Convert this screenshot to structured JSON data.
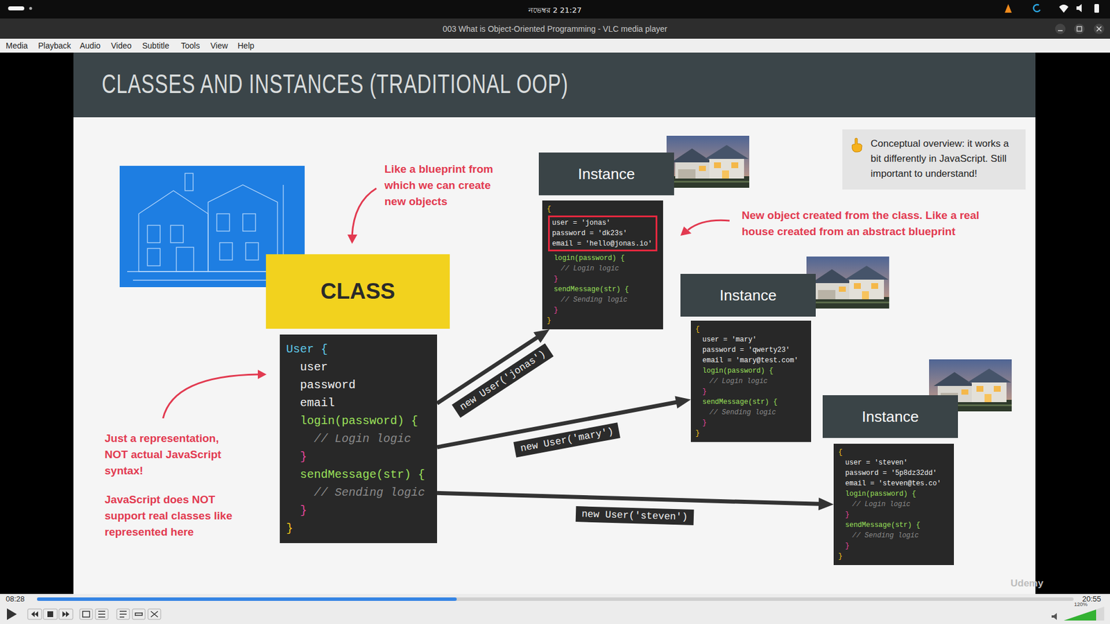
{
  "diagram": {
    "title": "CLASSES AND INSTANCES (TRADITIONAL OOP)",
    "nodes": [
      {
        "text": [
          "CLASS"
        ]
      },
      {
        "text": [
          "User {",
          "user",
          "password",
          "email",
          "login(password) {",
          "// Login logic",
          "}",
          "sendMessage(str) {",
          "// Sending logic",
          "}",
          "}"
        ]
      },
      {
        "text": [
          "Instance"
        ]
      },
      {
        "text": [
          "{",
          "login(password) {",
          "// Login logic",
          "}",
          "sendMessage(str) {",
          "// Sending logic",
          "}",
          "}"
        ]
      },
      {
        "text": [
          "user = 'jonas'",
          "password = 'dk23s'",
          "email = 'hello@jonas.io'"
        ],
        "in": 3
      },
      {
        "text": [
          "Instance"
        ]
      },
      {
        "text": [
          "{",
          "user = 'mary'",
          "password = 'qwerty23'",
          "email = 'mary@test.com'",
          "login(password) {",
          "// Login logic",
          "}",
          "sendMessage(str) {",
          "// Sending logic",
          "}",
          "}"
        ]
      },
      {
        "text": [
          "Instance"
        ]
      },
      {
        "text": [
          "{",
          "user = 'steven'",
          "password = '5p8dz32dd'",
          "email = 'steven@tes.co'",
          "login(password) {",
          "// Login logic",
          "}",
          "sendMessage(str) {",
          "// Sending logic",
          "}",
          "}"
        ]
      },
      {
        "text": [
          "Conceptual overview: it works a bit differently in JavaScript. Still important to understand!"
        ]
      }
    ],
    "edges": [
      {
        "from": 1,
        "to": 3,
        "label": "new User('jonas')",
        "arrow": "to"
      },
      {
        "from": 1,
        "to": 6,
        "label": "new User('mary')",
        "arrow": "to"
      },
      {
        "from": 1,
        "to": 8,
        "label": "new User('steven')",
        "arrow": "to"
      }
    ],
    "labels": [
      "নভেম্বর 2 21:27",
      "003 What is Object-Oriented Programming - VLC media player",
      "Media",
      "Playback",
      "Audio",
      "Video",
      "Subtitle",
      "Tools",
      "View",
      "Help",
      "Like a blueprint from which we can create new objects",
      "New object created from the class. Like a real house created from an abstract blueprint",
      "Just a representation, NOT actual JavaScript syntax!",
      "JavaScript does NOT support real classes like represented here",
      "08:28",
      "20:55",
      "120%",
      "Udemy"
    ]
  }
}
